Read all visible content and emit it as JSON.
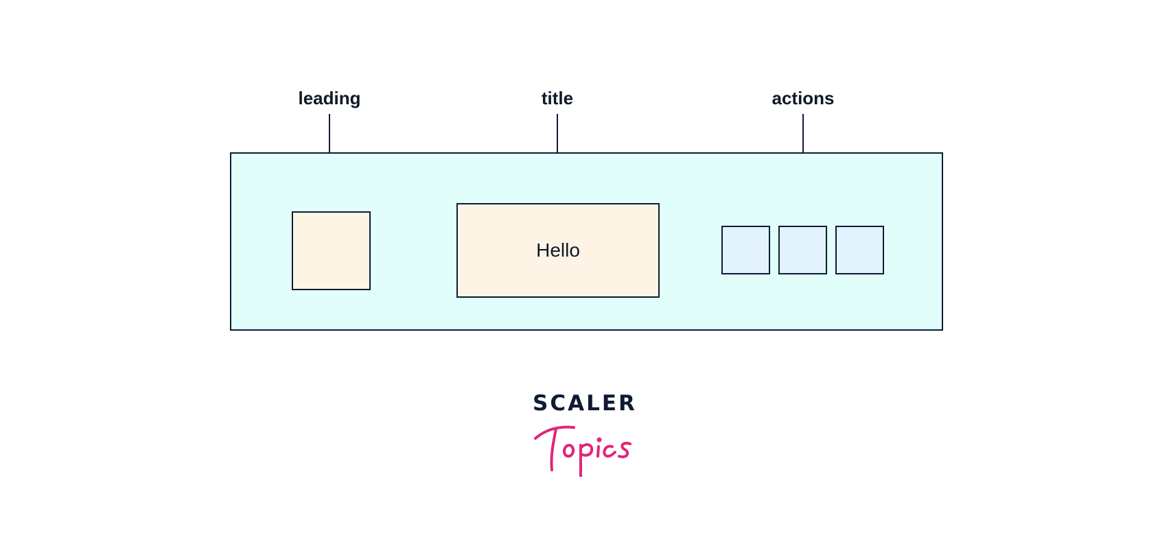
{
  "diagram": {
    "labels": {
      "leading": "leading",
      "title": "title",
      "actions": "actions"
    },
    "title_box_text": "Hello",
    "action_count": 3
  },
  "logo": {
    "brand_top": "SCALER",
    "brand_script": "Topics"
  },
  "colors": {
    "appbar_fill": "#e1fefb",
    "leading_title_fill": "#fdf4e6",
    "action_fill": "#e3f3fd",
    "stroke": "#0f1b33",
    "logo_dark": "#0f1b33",
    "logo_pink": "#e2257a"
  }
}
